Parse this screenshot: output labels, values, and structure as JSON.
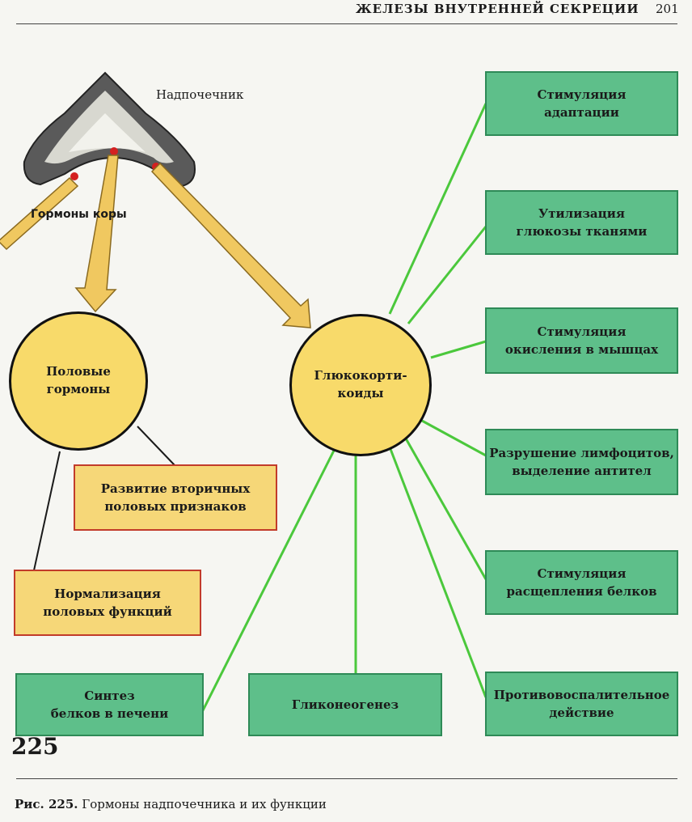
{
  "header": {
    "title": "ЖЕЛЕЗЫ ВНУТРЕННЕЙ СЕКРЕЦИИ",
    "page_number": "201"
  },
  "labels": {
    "gland": "Надпочечник",
    "cortex_hormones": "Гормоны коры"
  },
  "circles": {
    "sex_hormones": "Половые\nгормоны",
    "glucocorticoids": "Глюкокорти-\nкоиды"
  },
  "sex_effects": {
    "secondary": "Развитие вторичных\nполовых признаков",
    "normalization": "Нормализация\nполовых функций"
  },
  "gluco_effects": {
    "adaptation": "Стимуляция\nадаптации",
    "glucose": "Утилизация\nглюкозы тканями",
    "oxidation": "Стимуляция\nокисления в мышцах",
    "lymphocytes": "Разрушение лимфоцитов,\nвыделение антител",
    "protein_breakdown": "Стимуляция\nрасщепления белков",
    "anti_inflammatory": "Противовоспалительное\nдействие",
    "gluconeogenesis": "Гликонеогенез",
    "liver_protein": "Синтез\nбелков в печени"
  },
  "figure": {
    "number": "225",
    "caption_label": "Рис. 225.",
    "caption_text": "Гормоны надпочечника и их функции"
  },
  "colors": {
    "circle_fill": "#f8da6a",
    "green_box": "#5ebf8a",
    "orange_box": "#f6d778",
    "arrow_fill": "#f0c860",
    "connector_green": "#4bc83c"
  }
}
